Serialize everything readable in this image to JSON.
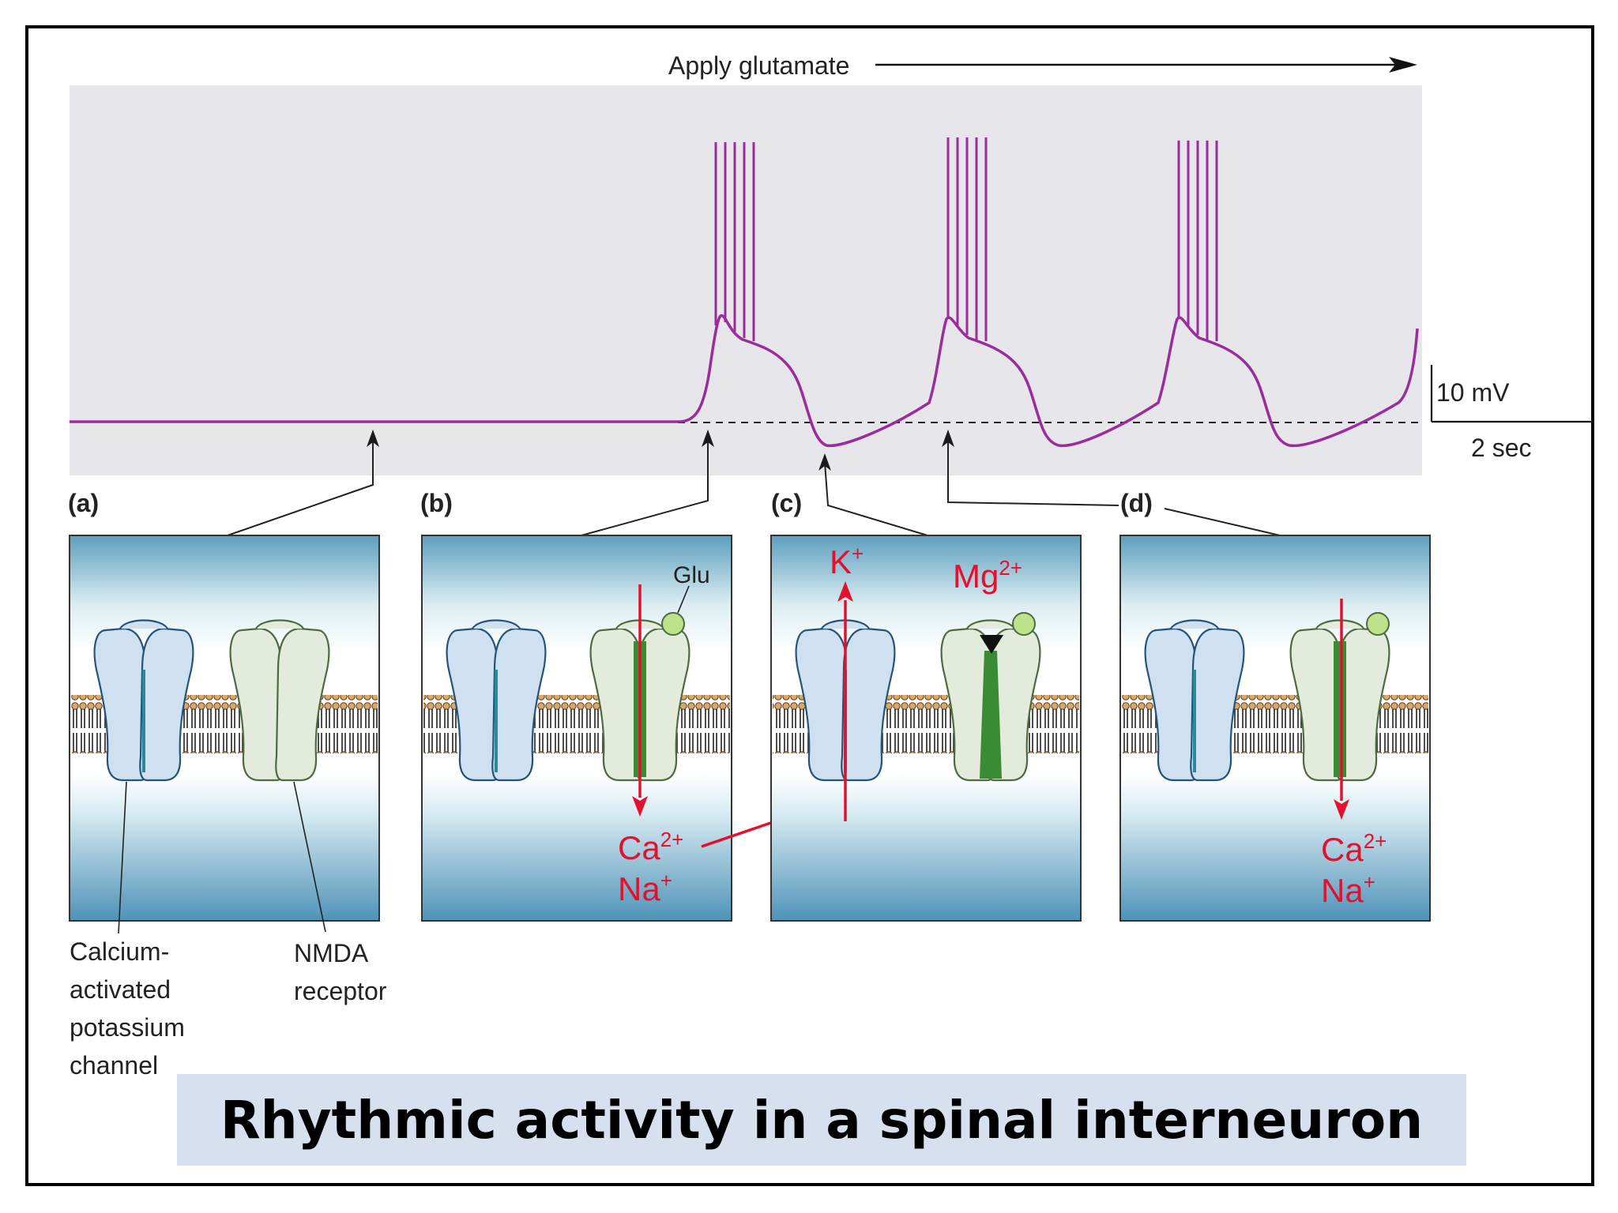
{
  "title": "Rhythmic activity in a spinal interneuron",
  "trace": {
    "apply_label": "Apply glutamate",
    "scale_voltage": "10 mV",
    "scale_time": "2 sec",
    "colors": {
      "trace": "#9a2c9e",
      "background": "#e7e6ea",
      "arrow": "#1a1a1a"
    }
  },
  "panels": [
    {
      "label": "(a)"
    },
    {
      "label": "(b)",
      "glu": "Glu",
      "ion_top": "",
      "ion_bottom_1": "Ca",
      "ion_bottom_1_sup": "2+",
      "ion_bottom_2": "Na",
      "ion_bottom_2_sup": "+"
    },
    {
      "label": "(c)",
      "ion_k": "K",
      "ion_k_sup": "+",
      "ion_mg": "Mg",
      "ion_mg_sup": "2+"
    },
    {
      "label": "(d)",
      "ion_bottom_1": "Ca",
      "ion_bottom_1_sup": "2+",
      "ion_bottom_2": "Na",
      "ion_bottom_2_sup": "+"
    }
  ],
  "legend": {
    "channel_lines": [
      "Calcium-",
      "activated",
      "potassium",
      "channel"
    ],
    "receptor_lines": [
      "NMDA",
      "receptor"
    ]
  },
  "colors": {
    "ion_red": "#e4102d",
    "k_channel": "#cfe0f0",
    "nmda_receptor": "#e3ecdc",
    "nmda_pore": "#3b8a34",
    "glu_ball": "#bde28a"
  }
}
